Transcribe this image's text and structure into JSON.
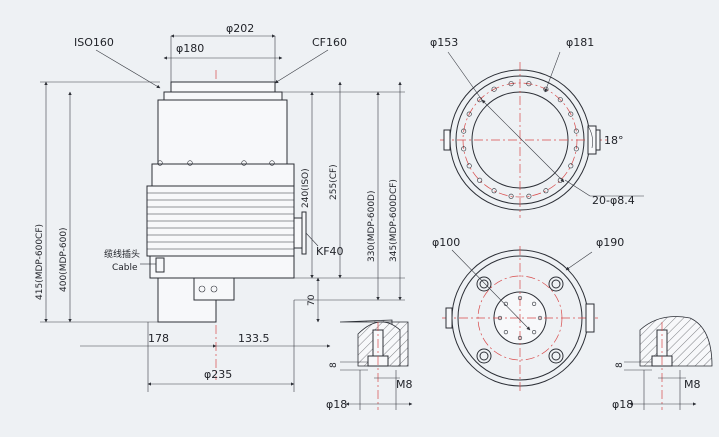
{
  "front_view": {
    "flange_iso_label": "ISO160",
    "flange_cf_label": "CF160",
    "dia_top_outer": "φ202",
    "dia_top_inner": "φ180",
    "dia_base": "φ235",
    "dim_left_178": "178",
    "dim_right_133": "133.5",
    "dim_70": "70",
    "height_415": "415(MDP-600CF)",
    "height_400": "400(MDP-600)",
    "height_240": "240(ISO)",
    "height_255": "255(CF)",
    "height_330": "330(MDP-600D)",
    "height_345": "345(MDP-600DCF)",
    "kf_label": "KF40",
    "cable_cn": "缆线插头",
    "cable_en": "Cable"
  },
  "top_view_cf": {
    "dia_153": "φ153",
    "dia_181": "φ181",
    "angle_label": "18°",
    "holes_label": "20-φ8.4"
  },
  "bottom_view": {
    "dia_100": "φ100",
    "dia_190": "φ190"
  },
  "detail_left": {
    "dim_8": "8",
    "thread_label": "M8",
    "dia_18": "φ18"
  },
  "detail_right": {
    "dim_8": "8",
    "thread_label": "M8",
    "dia_18": "φ18"
  }
}
